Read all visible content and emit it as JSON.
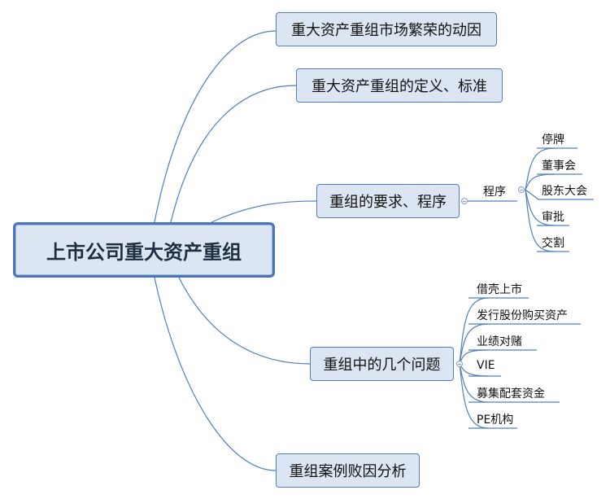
{
  "root": {
    "label": "上市公司重大资产重组"
  },
  "topics": {
    "t1": "重大资产重组市场繁荣的动因",
    "t2": "重大资产重组的定义、标准",
    "t3": "重组的要求、程序",
    "t4": "重组中的几个问题",
    "t5": "重组案例败因分析"
  },
  "procedure": {
    "label": "程序",
    "items": [
      "停牌",
      "董事会",
      "股东大会",
      "审批",
      "交割"
    ]
  },
  "issues": {
    "items": [
      "借壳上市",
      "发行股份购买资产",
      "业绩对赌",
      "VIE",
      "募集配套资金",
      "PE机构"
    ]
  },
  "colors": {
    "line": "#4f7fbf",
    "node_fill": "#dce6f2",
    "root_border": "#4a76b5"
  }
}
